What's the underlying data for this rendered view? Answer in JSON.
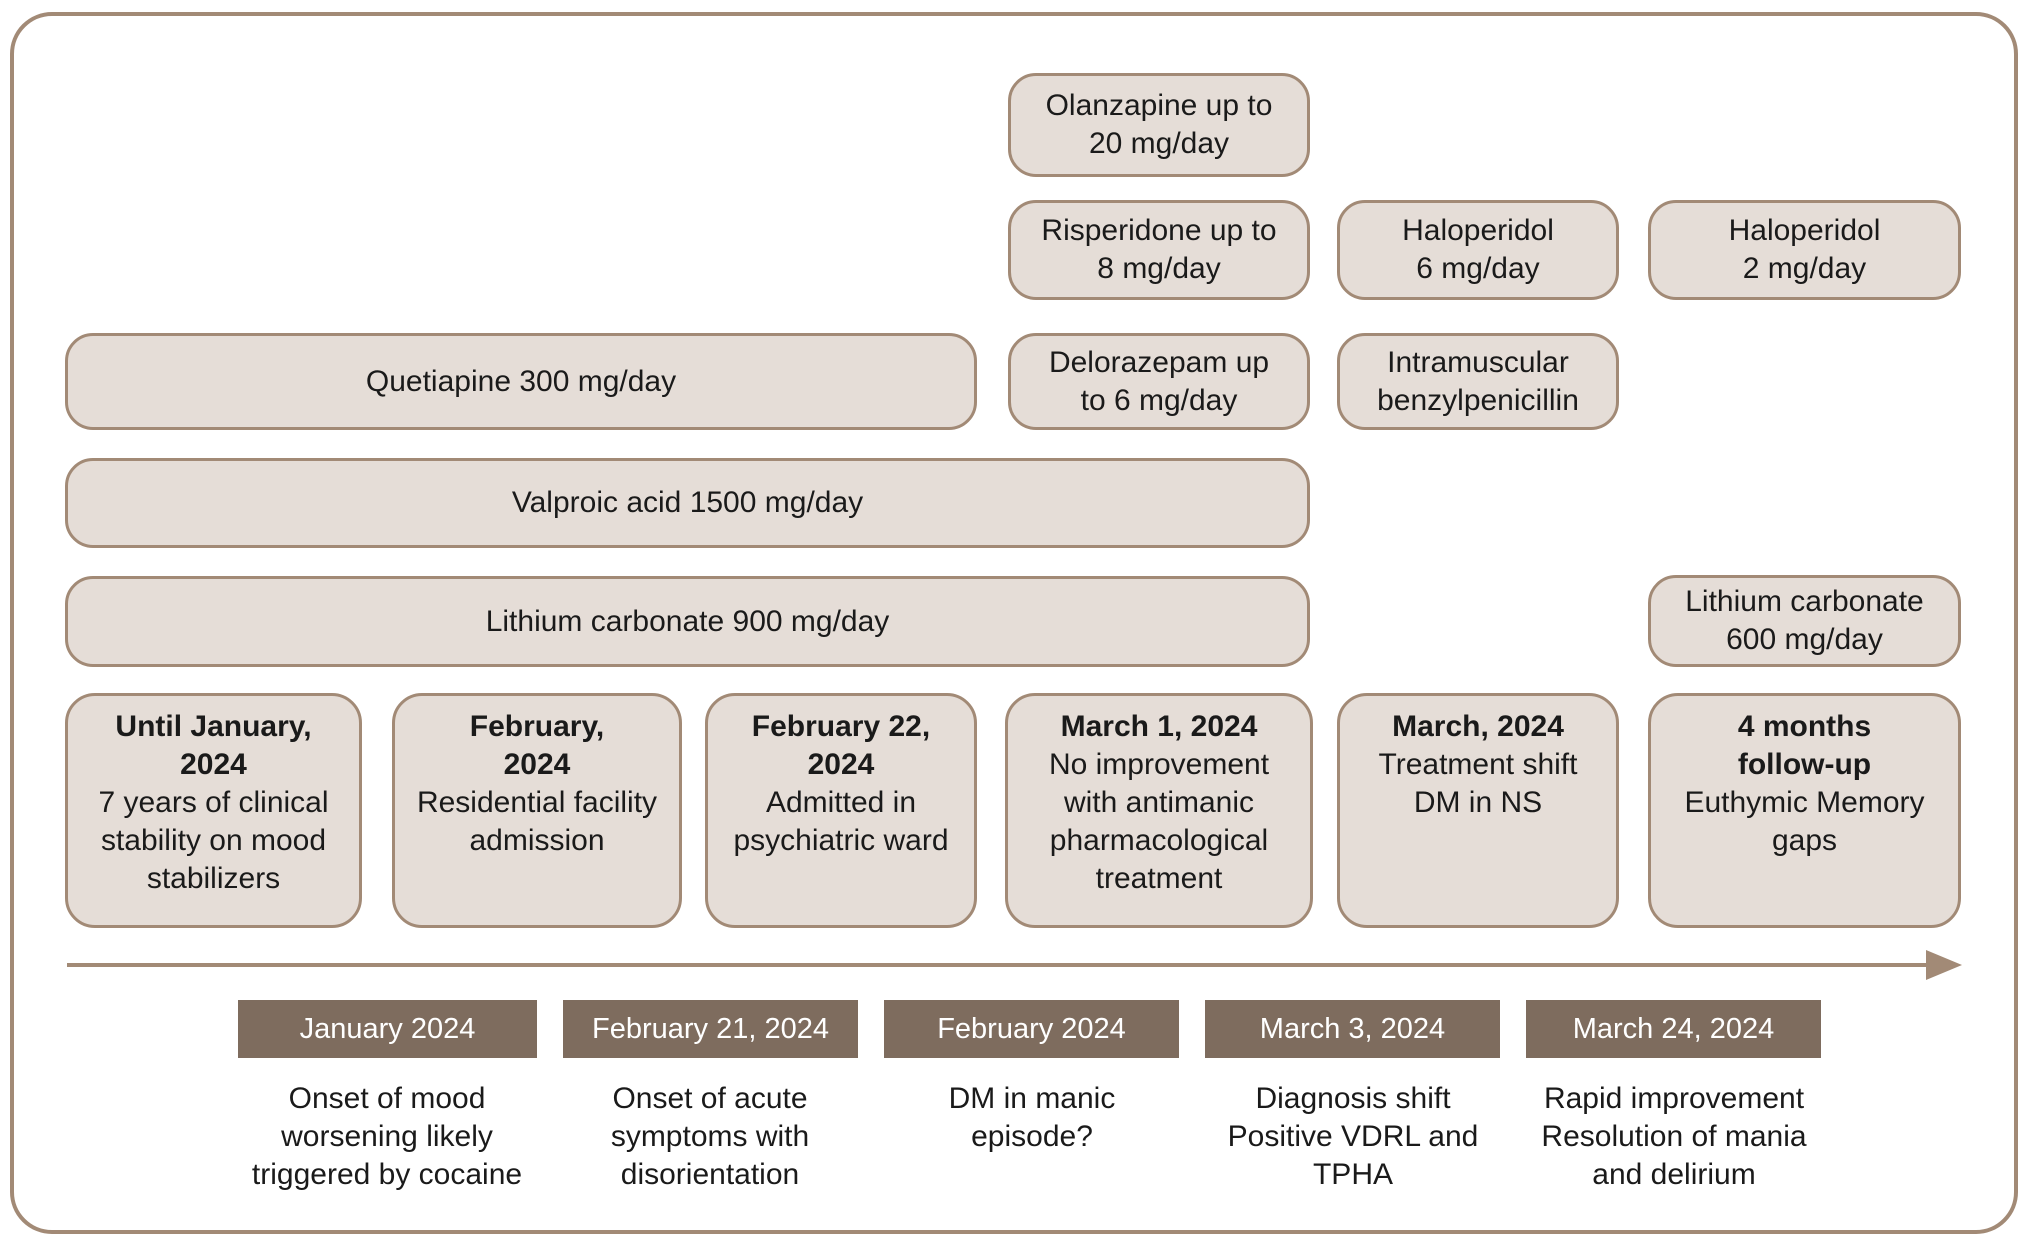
{
  "palette": {
    "box_fill": "#e5ddd7",
    "box_border": "#a28a76",
    "event_label_fill": "#7e6c5e",
    "event_label_text": "#ffffff",
    "text_color": "#1a1a1a",
    "arrow_color": "#a28a76",
    "background": "#ffffff"
  },
  "medications": [
    {
      "label": "Olanzapine up to\n20 mg/day"
    },
    {
      "label": "Risperidone up to\n8 mg/day"
    },
    {
      "label": "Haloperidol\n6 mg/day"
    },
    {
      "label": "Haloperidol\n2 mg/day"
    },
    {
      "label": "Quetiapine 300 mg/day"
    },
    {
      "label": "Delorazepam up\nto 6 mg/day"
    },
    {
      "label": "Intramuscular\nbenzylpenicillin"
    },
    {
      "label": "Valproic acid 1500 mg/day"
    },
    {
      "label": "Lithium carbonate 900 mg/day"
    },
    {
      "label": "Lithium carbonate\n600 mg/day"
    }
  ],
  "milestones": [
    {
      "date": "Until January,\n2024",
      "description": "7 years of clinical\nstability on mood\nstabilizers"
    },
    {
      "date": "February,\n2024",
      "description": "Residential facility\nadmission"
    },
    {
      "date": "February 22,\n2024",
      "description": "Admitted in\npsychiatric ward"
    },
    {
      "date": "March 1, 2024",
      "description": "No improvement\nwith antimanic\npharmacological\ntreatment"
    },
    {
      "date": "March, 2024",
      "description": "Treatment shift\nDM in NS"
    },
    {
      "date": "4 months\nfollow-up",
      "description": "Euthymic Memory\ngaps"
    }
  ],
  "timeline_events": [
    {
      "date": "January 2024",
      "description": "Onset of mood\nworsening likely\ntriggered by cocaine"
    },
    {
      "date": "February 21, 2024",
      "description": "Onset of acute\nsymptoms with\ndisorientation"
    },
    {
      "date": "February 2024",
      "description": "DM in manic\nepisode?"
    },
    {
      "date": "March 3, 2024",
      "description": "Diagnosis shift\nPositive VDRL and\nTPHA"
    },
    {
      "date": "March 24, 2024",
      "description": "Rapid improvement\nResolution of mania\nand delirium"
    }
  ]
}
